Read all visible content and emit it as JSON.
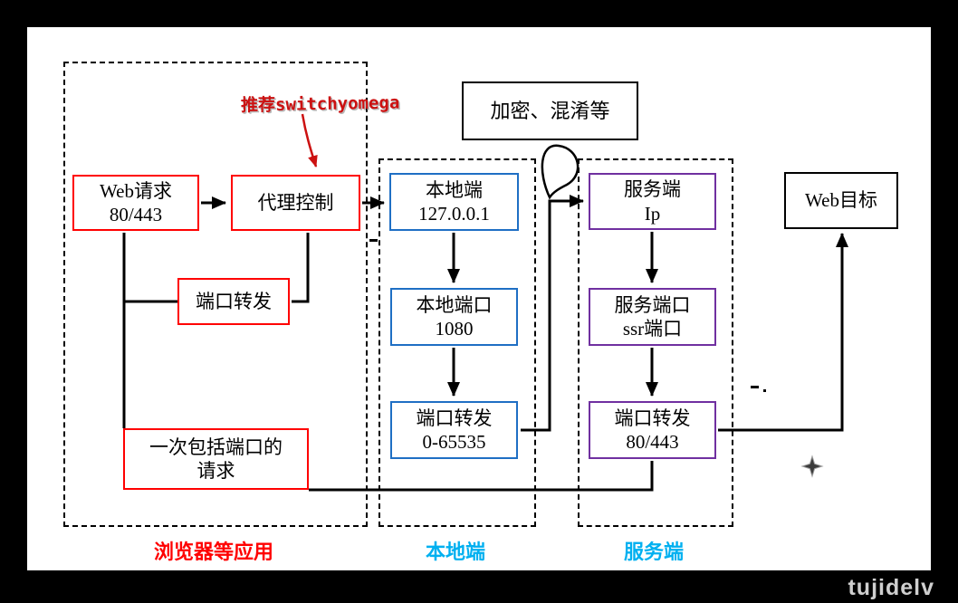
{
  "watermark": "tujidelv",
  "annotation": {
    "text": "推荐switchyomega",
    "color": "#cc1111"
  },
  "top_boxes": {
    "encryption": {
      "label": "加密、混淆等"
    },
    "web_target": {
      "label": "Web目标"
    }
  },
  "browser_group": {
    "label": "浏览器等应用",
    "web_request": {
      "line1": "Web请求",
      "line2": "80/443"
    },
    "proxy_control": {
      "label": "代理控制"
    },
    "port_forward": {
      "label": "端口转发"
    },
    "full_request": {
      "line1": "一次包括端口的",
      "line2": "请求"
    }
  },
  "local_group": {
    "label": "本地端",
    "endpoint": {
      "line1": "本地端",
      "line2": "127.0.0.1"
    },
    "port": {
      "line1": "本地端口",
      "line2": "1080"
    },
    "forward": {
      "line1": "端口转发",
      "line2": "0-65535"
    }
  },
  "server_group": {
    "label": "服务端",
    "ip": {
      "line1": "服务端",
      "line2": "Ip"
    },
    "port": {
      "line1": "服务端口",
      "line2": "ssr端口"
    },
    "forward": {
      "line1": "端口转发",
      "line2": "80/443"
    }
  },
  "colors": {
    "browser_box_border": "#ff0000",
    "local_box_border": "#1f6fc4",
    "server_box_border": "#7030a0",
    "plain_box_border": "#000000",
    "label_browser": "#ff0000",
    "label_local": "#00b0f0",
    "label_server": "#00b0f0",
    "connector": "#000000",
    "annotation_arrow": "#cc1111",
    "watermark_text": "#cfcfcf"
  },
  "icons": {
    "cursor": "four-point-star-cursor-icon",
    "loop": "encryption-loop-shape"
  }
}
